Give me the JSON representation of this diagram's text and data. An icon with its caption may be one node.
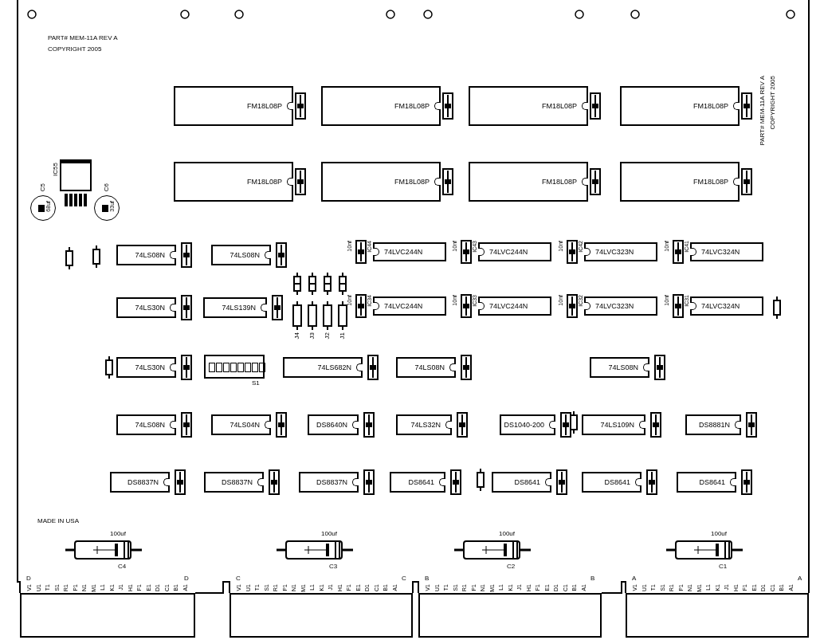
{
  "diagram": {
    "nodes": [
      {
        "text": [
          "FM18L08P"
        ]
      },
      {
        "text": [
          "FM18L08P"
        ]
      },
      {
        "text": [
          "FM18L08P"
        ]
      },
      {
        "text": [
          "FM18L08P"
        ]
      },
      {
        "text": [
          "FM18L08P"
        ]
      },
      {
        "text": [
          "FM18L08P"
        ]
      },
      {
        "text": [
          "FM18L08P"
        ]
      },
      {
        "text": [
          "FM18L08P"
        ]
      },
      {
        "text": [],
        "shape": "box",
        "beside": [
          "IC55"
        ]
      },
      {
        "text": [
          "68uf"
        ],
        "beside": [
          "C5"
        ]
      },
      {
        "text": [
          "33uf"
        ],
        "beside": [
          "C6"
        ]
      },
      {
        "text": [
          "74LS08N"
        ]
      },
      {
        "text": [
          "74LS08N"
        ]
      },
      {
        "text": [
          "74LVC244N"
        ]
      },
      {
        "text": [
          "74LVC244N"
        ]
      },
      {
        "text": [
          "74LVC323N"
        ]
      },
      {
        "text": [
          "74LVC324N"
        ]
      },
      {
        "text": [
          "74LS30N"
        ]
      },
      {
        "text": [
          "74LS139N"
        ]
      },
      {
        "text": [
          "74LVC244N"
        ]
      },
      {
        "text": [
          "74LVC244N"
        ]
      },
      {
        "text": [
          "74LVC323N"
        ]
      },
      {
        "text": [
          "74LVC324N"
        ]
      },
      {
        "text": [
          "74LS30N"
        ]
      },
      {
        "text": [],
        "shape": "box",
        "beside": [
          "S1"
        ]
      },
      {
        "text": [
          "74LS682N"
        ]
      },
      {
        "text": [
          "74LS08N"
        ]
      },
      {
        "text": [
          "74LS08N"
        ]
      },
      {
        "text": [
          "74LS08N"
        ]
      },
      {
        "text": [
          "74LS04N"
        ]
      },
      {
        "text": [
          "DS8640N"
        ]
      },
      {
        "text": [
          "74LS32N"
        ]
      },
      {
        "text": [
          "DS1040-200"
        ]
      },
      {
        "text": [
          "74LS109N"
        ]
      },
      {
        "text": [
          "DS8881N"
        ]
      },
      {
        "text": [
          "DS8837N"
        ]
      },
      {
        "text": [
          "DS8837N"
        ]
      },
      {
        "text": [
          "DS8837N"
        ]
      },
      {
        "text": [
          "DS8641"
        ]
      },
      {
        "text": [
          "DS8641"
        ]
      },
      {
        "text": [
          "DS8641"
        ]
      },
      {
        "text": [
          "DS8641"
        ]
      },
      {
        "text": [
          "100uf"
        ],
        "beside": [
          "C4"
        ]
      },
      {
        "text": [
          "100uf"
        ],
        "beside": [
          "C3"
        ]
      },
      {
        "text": [
          "100uf"
        ],
        "beside": [
          "C2"
        ]
      },
      {
        "text": [
          "100uf"
        ],
        "beside": [
          "C1"
        ]
      },
      {
        "text": [],
        "shape": "box"
      },
      {
        "text": [],
        "shape": "box"
      },
      {
        "text": [],
        "shape": "box"
      },
      {
        "text": [],
        "shape": "box"
      }
    ],
    "labels": [
      "PART# MEM-11A REV A",
      "COPYRIGHT 2005",
      "PART# MEM-11A REV A",
      "COPYRIGHT 2005",
      "10nf",
      "IC44",
      "10nf",
      "IC43",
      "10nf",
      "IC42",
      "10nf",
      "IC41",
      "10nf",
      "IC34",
      "10nf",
      "IC33",
      "10nf",
      "IC32",
      "10nf",
      "IC31",
      "J4",
      "J3",
      "J2",
      "J1",
      "MADE IN USA",
      "D",
      "V1",
      "U1",
      "T1",
      "S1",
      "R1",
      "P1",
      "N1",
      "M1",
      "L1",
      "K1",
      "J1",
      "H1",
      "F1",
      "E1",
      "D1",
      "C1",
      "B1",
      "A1",
      "D",
      "C",
      "V1",
      "U1",
      "T1",
      "S1",
      "R1",
      "P1",
      "N1",
      "M1",
      "L1",
      "K1",
      "J1",
      "H1",
      "F1",
      "E1",
      "D1",
      "C1",
      "B1",
      "A1",
      "C",
      "B",
      "V1",
      "U1",
      "T1",
      "S1",
      "R1",
      "P1",
      "N1",
      "M1",
      "L1",
      "K1",
      "J1",
      "H1",
      "F1",
      "E1",
      "D1",
      "C1",
      "B1",
      "A1",
      "B",
      "A",
      "V1",
      "U1",
      "T1",
      "S1",
      "R1",
      "P1",
      "N1",
      "M1",
      "L1",
      "K1",
      "J1",
      "H1",
      "F1",
      "E1",
      "D1",
      "C1",
      "B1",
      "A1",
      "A"
    ]
  }
}
